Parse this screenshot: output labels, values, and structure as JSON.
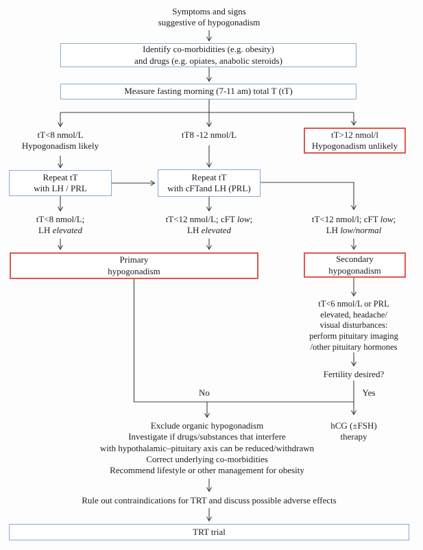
{
  "flow": {
    "title": {
      "line1": "Symptoms and signs",
      "line2": "suggestive of hypogonadism"
    },
    "identify_box": {
      "line1": "Identify co-morbidities (e.g. obesity)",
      "line2": "and drugs (e.g. opiates, anabolic steroids)"
    },
    "measure_box": {
      "label": "Measure fasting morning (7-11 am) total T (tT)"
    },
    "branch_low": {
      "line1": "tT<8 nmol/L",
      "line2": "Hypogonadism likely"
    },
    "branch_mid": {
      "label": "tT8 -12 nmol/L"
    },
    "branch_high_box": {
      "line1": "tT>12 nmol/l",
      "line2": "Hypogonadism unlikely"
    },
    "repeat_left_box": {
      "line1": "Repeat tT",
      "line2": "with LH / PRL"
    },
    "repeat_mid_box": {
      "line1": "Repeat tT",
      "line2": "with cFTand LH (PRL)"
    },
    "outcome_left": {
      "line1": "tT<8 nmol/L;",
      "line2_prefix": "LH ",
      "line2_italic": "elevated"
    },
    "outcome_mid": {
      "line1_prefix": "tT<12 nmol/L; cFT ",
      "line1_italic": "low",
      "line1_suffix": ";",
      "line2_prefix": "LH ",
      "line2_italic": "elevated"
    },
    "outcome_right": {
      "line1_prefix": "tT<12 nmol/l; cFT ",
      "line1_italic": "low",
      "line1_suffix": ";",
      "line2_prefix": "LH ",
      "line2_italic": "low/normal"
    },
    "primary_box": {
      "line1": "Primary",
      "line2": "hypogonadism"
    },
    "secondary_box": {
      "line1": "Secondary",
      "line2": "hypogonadism"
    },
    "pituitary_note": {
      "line1": "tT<6 nmol/L or PRL",
      "line2": "elevated, headache/",
      "line3": "visual disturbances:",
      "line4": "perform pituitary imaging",
      "line5": "/other pituitary hormones"
    },
    "fertility": {
      "label": "Fertility desired?"
    },
    "no_label": "No",
    "yes_label": "Yes",
    "manage": {
      "line1": "Exclude organic hypogonadism",
      "line2": "Investigate if drugs/substances that interfere",
      "line3": "with hypothalamic–pituitary axis can be reduced/withdrawn",
      "line4": "Correct underlying co-morbidities",
      "line5": "Recommend lifestyle or other management for obesity"
    },
    "hcg": {
      "line1": "hCG (±FSH)",
      "line2": "therapy"
    },
    "rule_out": "Rule out contraindications for TRT and discuss possible adverse effects",
    "trt_box": {
      "label": "TRT trial"
    }
  },
  "colors": {
    "blue_box_border": "#8aa9d4",
    "red_box_border": "#e0564e",
    "text": "#1b1b24",
    "connector": "#3d3d3d"
  }
}
